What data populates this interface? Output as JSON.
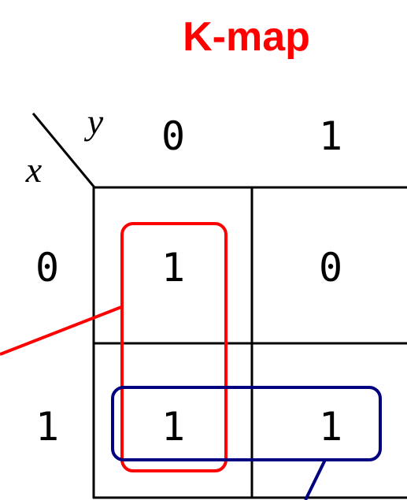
{
  "title": "K-map",
  "variables": {
    "row": "x",
    "column": "y"
  },
  "column_headers": [
    "0",
    "1"
  ],
  "row_headers": [
    "0",
    "1"
  ],
  "cells": [
    [
      "1",
      "0"
    ],
    [
      "1",
      "1"
    ]
  ],
  "groups": [
    {
      "id": "vertical-group",
      "color": "#ff0000",
      "cells": [
        [
          0,
          0
        ],
        [
          1,
          0
        ]
      ]
    },
    {
      "id": "horizontal-group",
      "color": "#000080",
      "cells": [
        [
          1,
          0
        ],
        [
          1,
          1
        ]
      ]
    }
  ],
  "colors": {
    "title": "#ff0000",
    "grid": "#000000",
    "text": "#000000"
  }
}
